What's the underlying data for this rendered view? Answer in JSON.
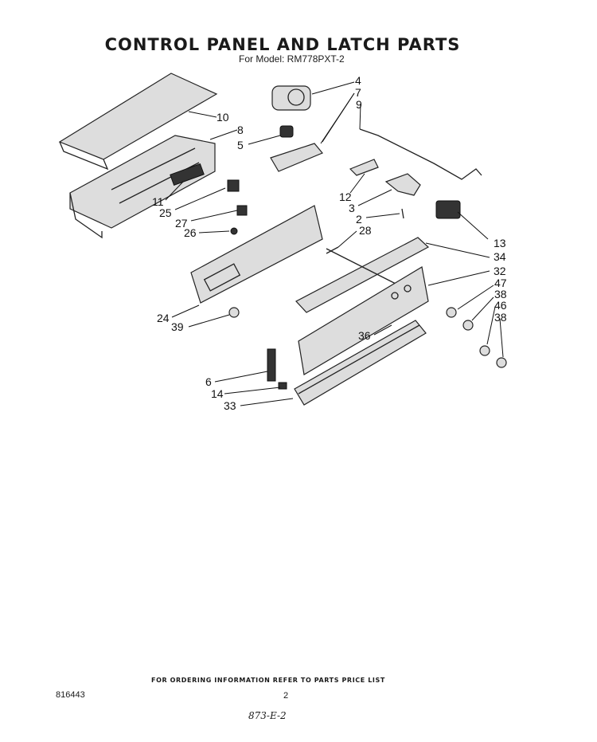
{
  "header": {
    "title": "CONTROL PANEL AND LATCH PARTS",
    "subtitle": "For Model: RM778PXT-2"
  },
  "callouts": [
    "4",
    "7",
    "9",
    "10",
    "8",
    "5",
    "11",
    "25",
    "27",
    "26",
    "12",
    "3",
    "2",
    "28",
    "13",
    "34",
    "32",
    "47",
    "38",
    "46",
    "38",
    "24",
    "39",
    "36",
    "6",
    "14",
    "33"
  ],
  "footer": {
    "ordering_note": "FOR ORDERING INFORMATION REFER TO PARTS PRICE LIST",
    "document_number": "816443",
    "page_number": "2",
    "handwritten_code": "873-E-2"
  }
}
